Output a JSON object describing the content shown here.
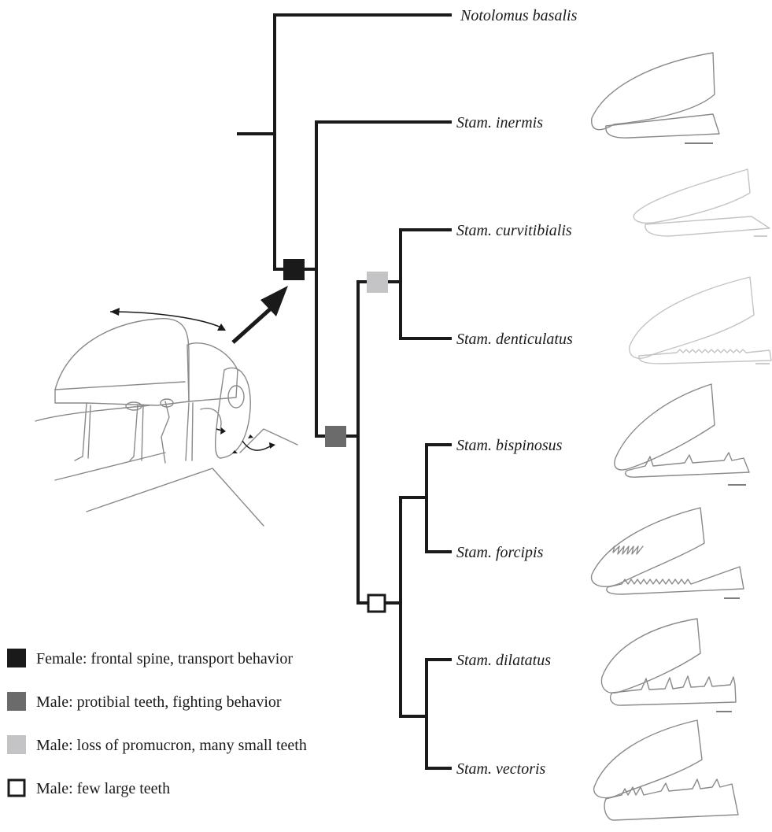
{
  "taxa": [
    {
      "name": "Notolomus basalis"
    },
    {
      "name": "Stam. inermis"
    },
    {
      "name": "Stam. curvitibialis"
    },
    {
      "name": "Stam. denticulatus"
    },
    {
      "name": "Stam. bispinosus"
    },
    {
      "name": "Stam. forcipis"
    },
    {
      "name": "Stam. dilatatus"
    },
    {
      "name": "Stam. vectoris"
    }
  ],
  "legend": [
    {
      "label": "Female: frontal spine, transport behavior",
      "marker": "filled",
      "color": "#1a1a1a"
    },
    {
      "label": "Male: protibial teeth, fighting behavior",
      "marker": "filled",
      "color": "#6b6b6b"
    },
    {
      "label": "Male: loss of promucron, many small teeth",
      "marker": "filled",
      "color": "#c4c4c6"
    },
    {
      "label": "Male: few large teeth",
      "marker": "open",
      "color": "#1a1a1a"
    }
  ],
  "colors": {
    "branch": "#1a1a1a",
    "trait_female": "#1a1a1a",
    "trait_male_fighting": "#6b6b6b",
    "trait_male_small_teeth": "#c4c4c6",
    "trait_male_large_teeth_border": "#1a1a1a",
    "outline_drawing": "#8a8a8a"
  }
}
